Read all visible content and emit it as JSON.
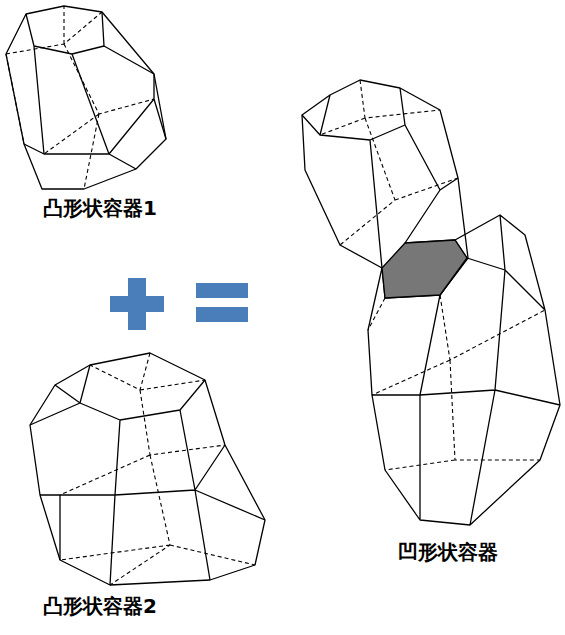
{
  "diagram": {
    "labels": [
      "凸形状容器1",
      "凸形状容器2",
      "凹形状容器"
    ]
  }
}
